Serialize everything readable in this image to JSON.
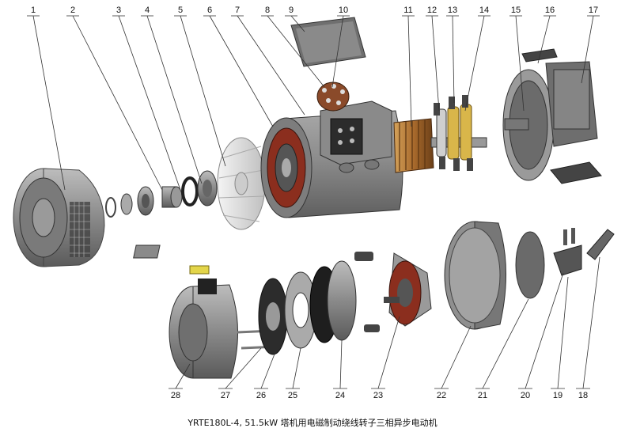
{
  "caption": "YRTE180L-4, 51.5kW  塔机用电磁制动绕线转子三相异步电动机",
  "callouts_top": [
    "1",
    "2",
    "3",
    "4",
    "5",
    "6",
    "7",
    "8",
    "9",
    "10",
    "11",
    "12",
    "13",
    "14",
    "15",
    "16",
    "17"
  ],
  "callouts_bottom": [
    "28",
    "27",
    "26",
    "25",
    "24",
    "23",
    "22",
    "21",
    "20",
    "19",
    "18"
  ],
  "colors": {
    "metal": "#8d8d8d",
    "copper": "#b0432b",
    "dark": "#4a4a4a",
    "brass": "#d9b64a"
  }
}
